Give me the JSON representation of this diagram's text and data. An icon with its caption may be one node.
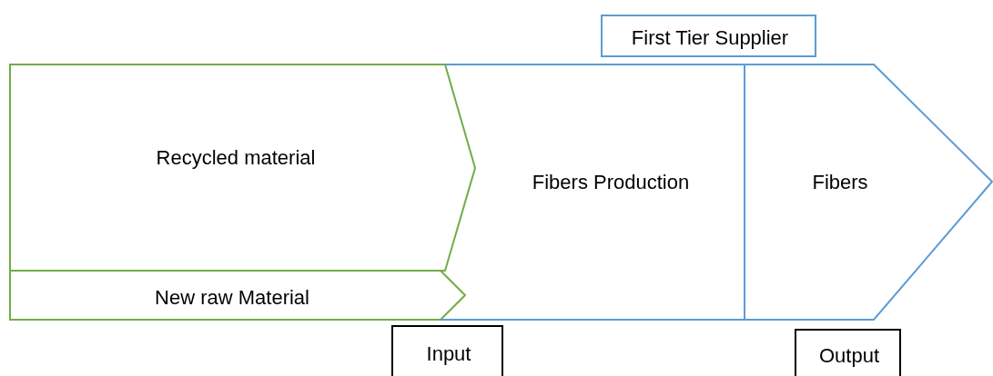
{
  "diagram": {
    "nodes": [
      {
        "text": [
          "First Tier Supplier"
        ]
      },
      {
        "text": [
          "Recycled material"
        ]
      },
      {
        "text": [
          "New raw Material"
        ]
      },
      {
        "text": [
          "Fibers Production"
        ]
      },
      {
        "text": [
          "Fibers"
        ]
      },
      {
        "text": [
          "Input"
        ]
      },
      {
        "text": [
          "Output"
        ]
      }
    ]
  }
}
